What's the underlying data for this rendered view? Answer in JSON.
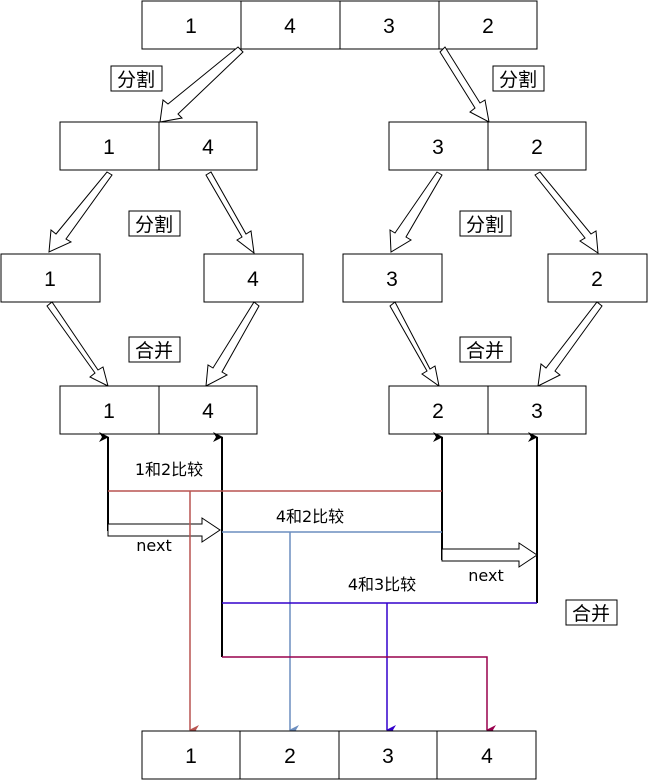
{
  "arrays": {
    "root": [
      "1",
      "4",
      "3",
      "2"
    ],
    "left_split": [
      "1",
      "4"
    ],
    "right_split": [
      "3",
      "2"
    ],
    "leaf_left_a": "1",
    "leaf_left_b": "4",
    "leaf_right_a": "3",
    "leaf_right_b": "2",
    "left_merged": [
      "1",
      "4"
    ],
    "right_merged": [
      "2",
      "3"
    ],
    "result": [
      "1",
      "2",
      "3",
      "4"
    ]
  },
  "labels": {
    "split_top_left": "分割",
    "split_top_right": "分割",
    "split_mid_left": "分割",
    "split_mid_right": "分割",
    "merge_left": "合并",
    "merge_right": "合并",
    "merge_final": "合并",
    "compare_1_2": "1和2比较",
    "compare_4_2": "4和2比较",
    "compare_4_3": "4和3比较",
    "next_left": "next",
    "next_right": "next"
  },
  "colors": {
    "compare_1_2": "#b85450",
    "compare_4_2": "#6c8ebf",
    "compare_4_3": "#3300cc",
    "final_4": "#99004d",
    "pointer": "#000000"
  }
}
